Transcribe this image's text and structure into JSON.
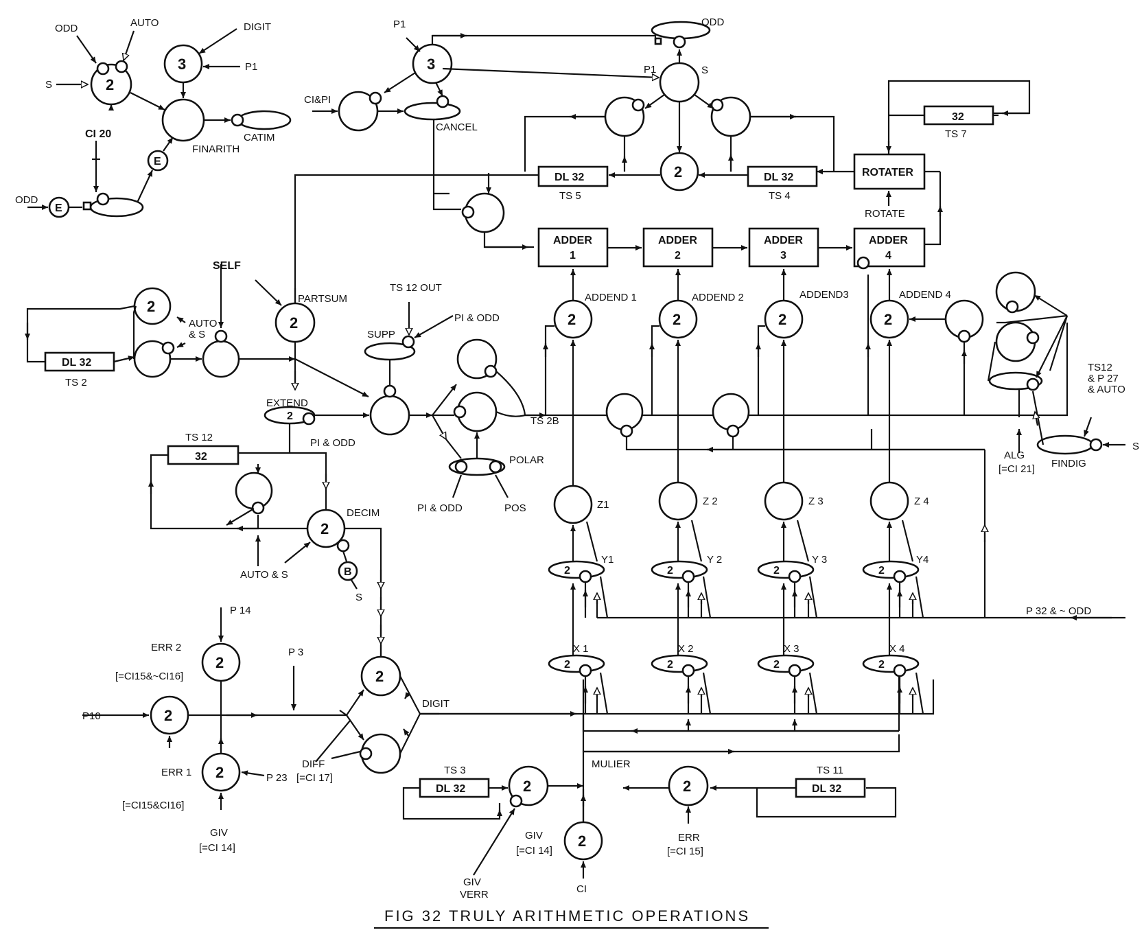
{
  "caption": "FIG 32  TRULY  ARITHMETIC  OPERATIONS",
  "nodes": {
    "odd_top": "ODD",
    "auto_top": "AUTO",
    "digit_top": "DIGIT",
    "p1_a": "P1",
    "s_a": "S",
    "ci20": "CI 20",
    "finarith": "FINARITH",
    "catim": "CATIM",
    "odd_e": "ODD",
    "e1": "E",
    "e2": "E",
    "n2": "2",
    "n3": "3",
    "p1_b": "P1",
    "ci_p1": "CI&PI",
    "cancel": "CANCEL",
    "odd_b": "ODD",
    "p1_c": "P1",
    "s_b": "S",
    "n3b": "3",
    "n2b": "2",
    "ts7": "TS 7",
    "n32_ts7": "32",
    "rotater": "ROTATER",
    "rotate": "ROTATE",
    "dl32_ts5": "DL 32",
    "ts5": "TS 5",
    "dl32_ts4": "DL 32",
    "ts4": "TS 4",
    "adder1": "ADDER",
    "adder2": "ADDER",
    "adder3": "ADDER",
    "adder4": "ADDER",
    "a1": "1",
    "a2": "2",
    "a3": "3",
    "a4": "4",
    "addend1": "ADDEND 1",
    "addend2": "ADDEND 2",
    "addend3": "ADDEND3",
    "addend4": "ADDEND 4",
    "self": "SELF",
    "partsum": "PARTSUM",
    "ts12out": "TS 12 OUT",
    "p1odd_a": "PI & ODD",
    "supp": "SUPP",
    "auto_s_a": "AUTO",
    "auto_s_b": "& S",
    "dl32_ts2": "DL 32",
    "ts2": "TS 2",
    "extend": "EXTEND",
    "p1odd_b": "PI & ODD",
    "ts12": "TS 12",
    "n32_ts12": "32",
    "decim": "DECIM",
    "auto_s_c": "AUTO & S",
    "b": "B",
    "s_c": "S",
    "ts28": "TS 2B",
    "polar": "POLAR",
    "p1odd_c": "PI & ODD",
    "pos": "POS",
    "z1": "Z1",
    "z2": "Z 2",
    "z3": "Z 3",
    "z4": "Z 4",
    "y1": "Y1",
    "y2": "Y 2",
    "y3": "Y 3",
    "y4": "Y4",
    "x1": "X 1",
    "x2": "X 2",
    "x3": "X 3",
    "x4": "X 4",
    "p32odd": "P 32 & ~ ODD",
    "ts12p27_a": "TS12",
    "ts12p27_b": "& P 27",
    "ts12p27_c": "& AUTO",
    "alg": "ALG",
    "ci21": "[=CI 21]",
    "findig": "FINDIG",
    "s_d": "S",
    "p14": "P 14",
    "err2": "ERR 2",
    "err2eq": "[=CI15&~CI16]",
    "p3": "P 3",
    "p10": "P10",
    "err1": "ERR 1",
    "err1eq": "[=CI15&CI16]",
    "p23": "P 23",
    "giv_a": "GIV",
    "giv_a_eq": "[=CI 14]",
    "diff": "DIFF",
    "diff_eq": "[=CI 17]",
    "digit": "DIGIT",
    "mulier": "MULIER",
    "ts3": "TS 3",
    "dl32_ts3": "DL 32",
    "giv_verr_a": "GIV",
    "giv_verr_b": "VERR",
    "giv_b": "GIV",
    "giv_b_eq": "[=CI 14]",
    "ci": "CI",
    "err": "ERR",
    "err_eq": "[=CI 15]",
    "ts11": "TS 11",
    "dl32_ts11": "DL 32"
  }
}
